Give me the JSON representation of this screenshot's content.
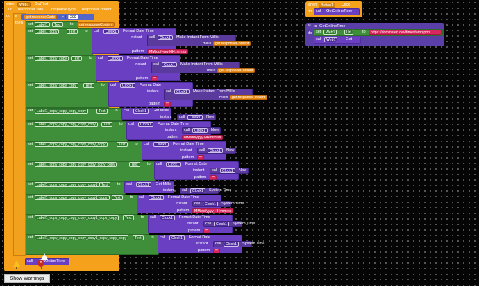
{
  "colors": {
    "event": "#f6a11b",
    "set": "#3f8f3a",
    "call": "#6a3fc2",
    "text": "#d8265f",
    "procedure": "#5466c9"
  },
  "event_web1": {
    "when": "when",
    "component": "Web1",
    "event": "GotText",
    "params": [
      "url",
      "responseCode",
      "responseType",
      "responseContent"
    ],
    "do": "do",
    "if": "if",
    "then": "then",
    "condition_get": "get",
    "condition_var": "responseCode",
    "condition_op": "=",
    "condition_value": "200"
  },
  "rows": [
    {
      "set": "set",
      "label": "Label1",
      "prop": "Text",
      "to": "to",
      "get": "get",
      "var": "responseContent"
    },
    {
      "set": "set",
      "label": "Label1_copy",
      "prop": "Text",
      "to": "to",
      "call": "call",
      "clock": "Clock1",
      "method": "Format Date Time",
      "instant": "instant",
      "inner_call": "call",
      "inner_clock": "Clock1",
      "inner_method": "Make Instant From Millis",
      "millis": "millis",
      "millis_get": "get",
      "millis_var": "responseContent",
      "pattern": "pattern",
      "pattern_value": "MM/dd/yyyy HH:mm:ss"
    },
    {
      "set": "set",
      "label": "Label1_copy_copy",
      "prop": "Text",
      "to": "to",
      "call": "call",
      "clock": "Clock1",
      "method": "Format Date Time",
      "instant": "instant",
      "inner_call": "call",
      "inner_clock": "Clock1",
      "inner_method": "Make Instant From Millis",
      "millis": "millis",
      "millis_get": "get",
      "millis_var": "responseContent",
      "pattern": "pattern",
      "pattern_value": "\"\""
    },
    {
      "set": "set",
      "label": "Label1_copy_copy_copy",
      "prop": "Text",
      "to": "to",
      "call": "call",
      "clock": "Clock1",
      "method": "Format Date",
      "instant": "instant",
      "inner_call": "call",
      "inner_clock": "Clock1",
      "inner_method": "Make Instant From Millis",
      "millis": "millis",
      "millis_get": "get",
      "millis_var": "responseContent",
      "pattern": "pattern",
      "pattern_value": "\"\""
    },
    {
      "set": "set",
      "label": "Label1_copy_copy_copy_copy",
      "prop": "Text",
      "to": "to",
      "call": "call",
      "clock": "Clock1",
      "method": "Get Millis",
      "instant": "instant",
      "inner_call": "call",
      "inner_clock": "Clock1",
      "inner_method": "Now"
    },
    {
      "set": "set",
      "label": "Label1_copy_copy_copy_copy_copy",
      "prop": "Text",
      "to": "to",
      "call": "call",
      "clock": "Clock1",
      "method": "Format Date Time",
      "instant": "instant",
      "inner_call": "call",
      "inner_clock": "Clock1",
      "inner_method": "Now",
      "pattern": "pattern",
      "pattern_value": "MM/dd/yyyy HH:mm:ss"
    },
    {
      "set": "set",
      "label": "Label1_copy_copy_copy_copy_copy_copy",
      "prop": "Text",
      "to": "to",
      "call": "call",
      "clock": "Clock1",
      "method": "Format Date Time",
      "instant": "instant",
      "inner_call": "call",
      "inner_clock": "Clock1",
      "inner_method": "Now",
      "pattern": "pattern",
      "pattern_value": "\"\""
    },
    {
      "set": "set",
      "label": "Label1_copy_copy_copy_copy_copy_copy_copy",
      "prop": "Text",
      "to": "to",
      "call": "call",
      "clock": "Clock1",
      "method": "Format Date",
      "instant": "instant",
      "inner_call": "call",
      "inner_clock": "Clock1",
      "inner_method": "Now",
      "pattern": "pattern",
      "pattern_value": "\"\""
    },
    {
      "set": "set",
      "label": "Label1_copy_copy_copy_copy_copy1",
      "prop": "Text",
      "to": "to",
      "call": "call",
      "clock": "Clock1",
      "method": "Get Millis",
      "instant": "instant",
      "inner_call": "call",
      "inner_clock": "Clock1",
      "inner_method": "System Time"
    },
    {
      "set": "set",
      "label": "Label1_copy_copy_copy_copy_copy1_copy",
      "prop": "Text",
      "to": "to",
      "call": "call",
      "clock": "Clock1",
      "method": "Format Date Time",
      "instant": "instant",
      "inner_call": "call",
      "inner_clock": "Clock1",
      "inner_method": "System Time",
      "pattern": "pattern",
      "pattern_value": "MM/dd/yyyy HH:mm:ss"
    },
    {
      "set": "set",
      "label": "Label1_copy_copy_copy_copy_copy1_copy_copy",
      "prop": "Text",
      "to": "to",
      "call": "call",
      "clock": "Clock1",
      "method": "Format Date Time",
      "instant": "instant",
      "inner_call": "call",
      "inner_clock": "Clock1",
      "inner_method": "System Time",
      "pattern": "pattern",
      "pattern_value": "\"\""
    },
    {
      "set": "set",
      "label": "Label1_copy_copy_copy_copy_copy1_copy_copy_copy",
      "prop": "Text",
      "to": "to",
      "call": "call",
      "clock": "Clock1",
      "method": "Format Date",
      "instant": "instant",
      "inner_call": "call",
      "inner_clock": "Clock1",
      "inner_method": "System Time",
      "pattern": "pattern",
      "pattern_value": "\"\""
    }
  ],
  "after_if": {
    "call": "call",
    "proc": "GetOnlineTime"
  },
  "event_button": {
    "when": "when",
    "component": "Button1",
    "event": "Click",
    "do": "do",
    "call": "call",
    "proc": "GetOnlineTime"
  },
  "proc_def": {
    "to": "to",
    "name": "GetOnlineTime",
    "do": "do",
    "set": "set",
    "component": "Web1",
    "prop": "Url",
    "prop_to": "to",
    "url_value": "https://dominated.dev/timestamp.php",
    "call": "call",
    "call_component": "Web1",
    "call_method": "Get"
  },
  "warnings": {
    "show_label": "Show Warnings",
    "warn_count": "0",
    "error_count": "0"
  }
}
